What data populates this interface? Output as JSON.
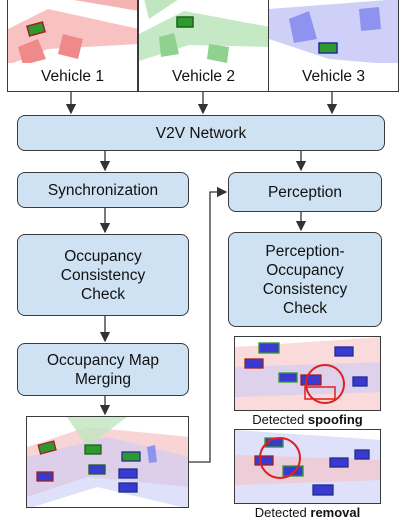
{
  "vehicles": [
    {
      "label": "Vehicle 1",
      "color": "#f08a8a"
    },
    {
      "label": "Vehicle 2",
      "color": "#8fd18f"
    },
    {
      "label": "Vehicle 3",
      "color": "#8f93f0"
    }
  ],
  "nodes": {
    "v2v": "V2V Network",
    "sync": "Synchronization",
    "occ_check": "Occupancy\nConsistency\nCheck",
    "merge": "Occupancy Map\nMerging",
    "perception": "Perception",
    "perc_occ_check": "Perception-\nOccupancy\nConsistency\nCheck"
  },
  "captions": {
    "spoofing_prefix": "Detected ",
    "spoofing_bold": "spoofing",
    "removal_prefix": "Detected ",
    "removal_bold": "removal"
  },
  "colors": {
    "box_fill": "#cfe2f3",
    "marker_red": "#e02020"
  }
}
